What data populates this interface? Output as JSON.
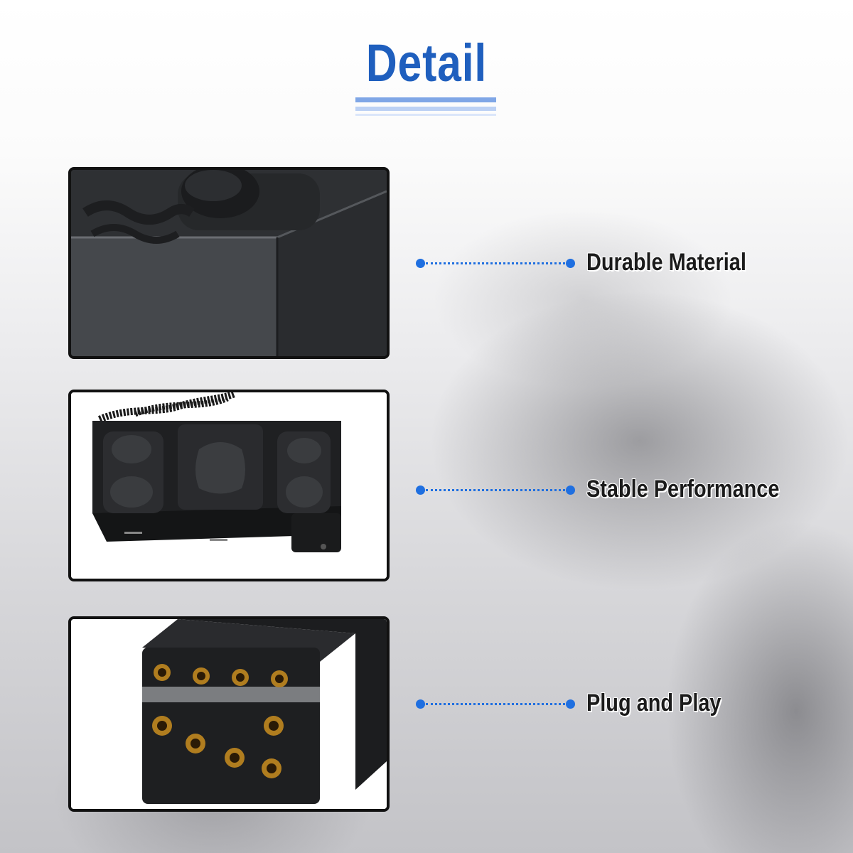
{
  "heading": {
    "title": "Detail"
  },
  "features": [
    {
      "label": "Durable Material"
    },
    {
      "label": "Stable Performance"
    },
    {
      "label": "Plug and Play"
    }
  ],
  "colors": {
    "accent": "#1f5fbe",
    "dot": "#1f6fe0",
    "text": "#1b1b1b",
    "frame": "#111111"
  },
  "images": [
    {
      "subject": "switch-corner-closeup-icon"
    },
    {
      "subject": "seat-switch-module-icon"
    },
    {
      "subject": "connector-pins-icon"
    }
  ]
}
